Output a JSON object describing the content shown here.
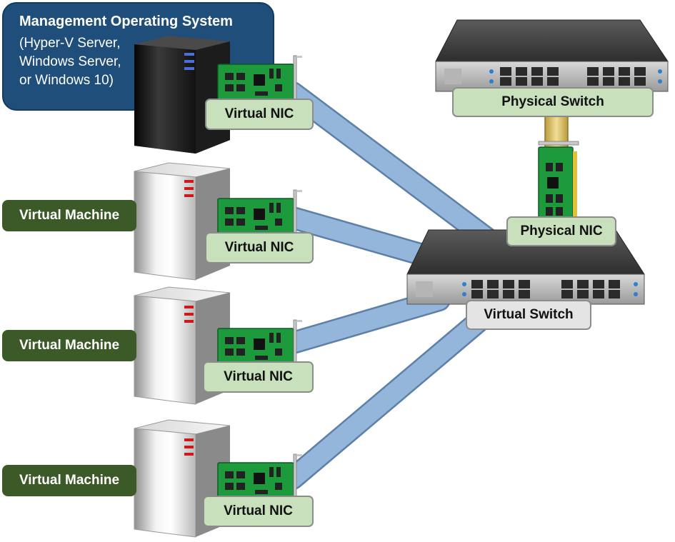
{
  "management": {
    "title": "Management Operating System",
    "subtitle_lines": [
      "(Hyper-V Server,",
      "Windows Server,",
      "or Windows 10)"
    ]
  },
  "virtual_machines": [
    "Virtual Machine",
    "Virtual Machine",
    "Virtual Machine"
  ],
  "nic_labels": [
    "Virtual NIC",
    "Virtual NIC",
    "Virtual NIC",
    "Virtual NIC"
  ],
  "physical_switch_label": "Physical Switch",
  "physical_nic_label": "Physical NIC",
  "virtual_switch_label": "Virtual Switch",
  "colors": {
    "mgmt_box": "#1f4e7a",
    "vm_tag": "#3c5a27",
    "label_green": "#c8e0bc",
    "label_grey": "#e4e4e4",
    "link_blue": "#93b6da",
    "uplink_yellow": "#d9c27a",
    "nic_board": "#1d9a3c",
    "switch_body": "#3c3c3c"
  }
}
